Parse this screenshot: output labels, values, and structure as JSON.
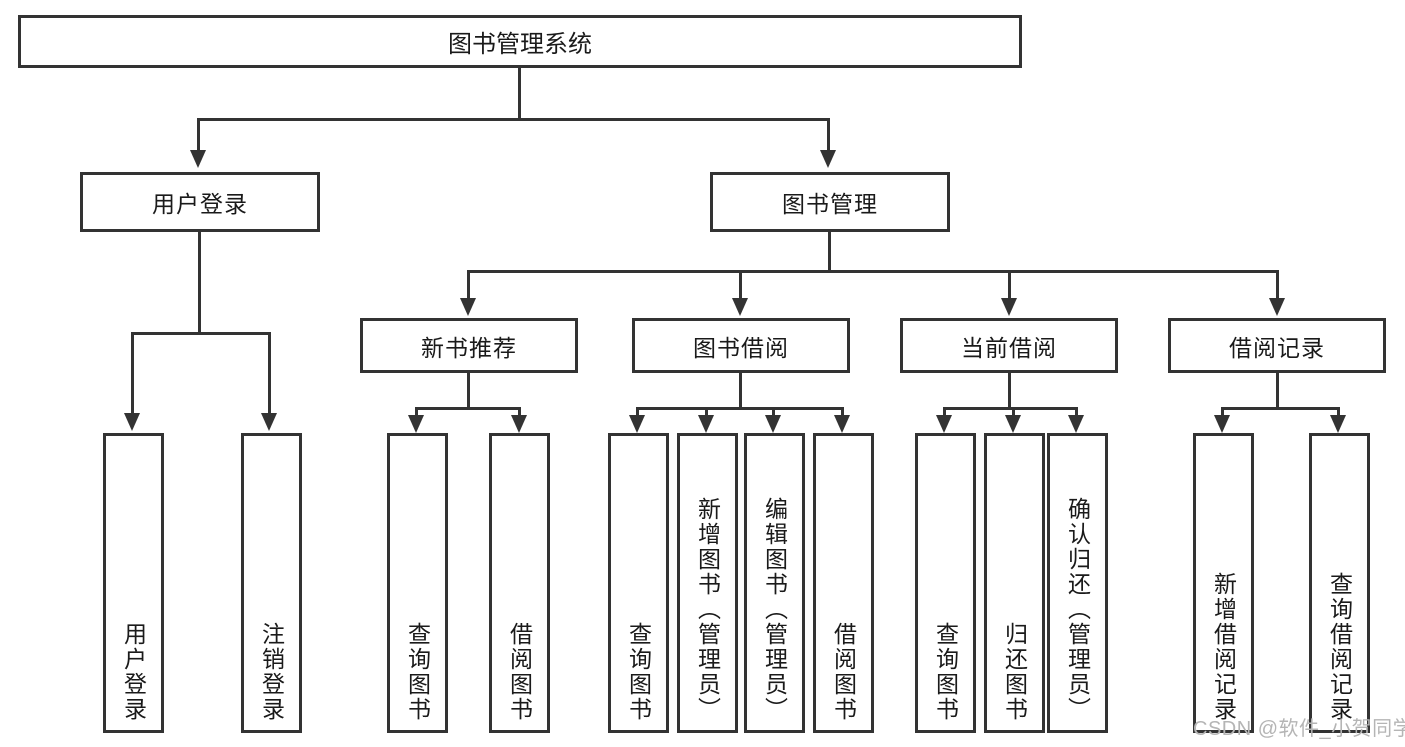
{
  "diagram": {
    "title": "图书管理系统",
    "type": "tree-hierarchy",
    "root": {
      "label": "图书管理系统"
    },
    "level1": [
      {
        "label": "用户登录"
      },
      {
        "label": "图书管理"
      }
    ],
    "level2": [
      {
        "label": "新书推荐",
        "parent": "图书管理"
      },
      {
        "label": "图书借阅",
        "parent": "图书管理"
      },
      {
        "label": "当前借阅",
        "parent": "图书管理"
      },
      {
        "label": "借阅记录",
        "parent": "图书管理"
      }
    ],
    "leaves": {
      "user_login": [
        {
          "label": "用户登录"
        },
        {
          "label": "注销登录"
        }
      ],
      "new_book_recommend": [
        {
          "label": "查询图书"
        },
        {
          "label": "借阅图书"
        }
      ],
      "book_borrow": [
        {
          "label": "查询图书"
        },
        {
          "label": "新增图书（管理员）"
        },
        {
          "label": "编辑图书（管理员）"
        },
        {
          "label": "借阅图书"
        }
      ],
      "current_borrow": [
        {
          "label": "查询图书"
        },
        {
          "label": "归还图书"
        },
        {
          "label": "确认归还（管理员）"
        }
      ],
      "borrow_record": [
        {
          "label": "新增借阅记录"
        },
        {
          "label": "查询借阅记录"
        }
      ]
    }
  },
  "watermark": {
    "text": "CSDN @软件_小贺同学"
  },
  "colors": {
    "stroke": "#333333",
    "background": "#ffffff",
    "text": "#1a1a1a",
    "watermark": "#b5b5b5"
  }
}
